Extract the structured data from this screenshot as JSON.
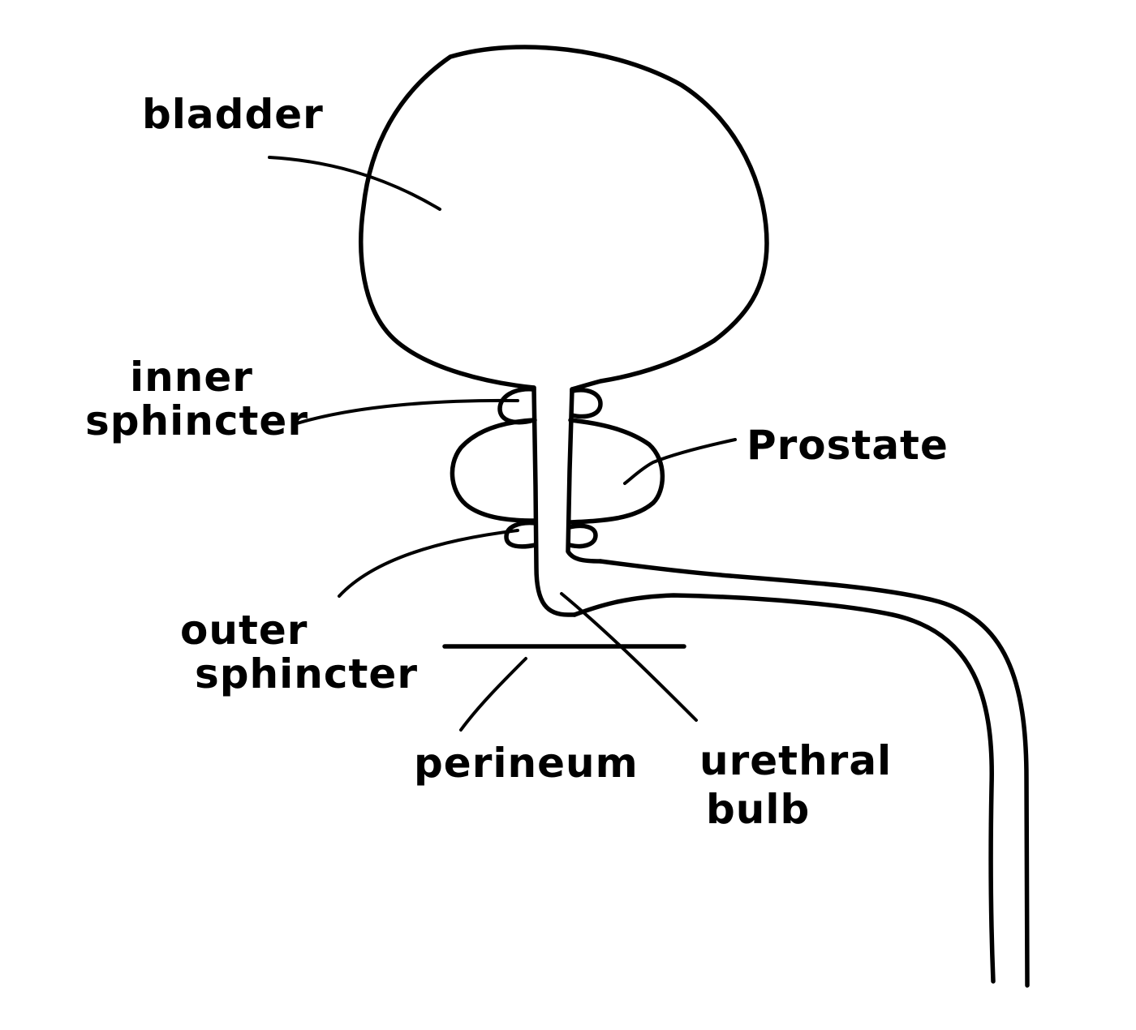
{
  "labels": {
    "bladder": "bladder",
    "inner_line1": "inner",
    "inner_line2": "sphincter",
    "prostate": "Prostate",
    "outer_line1": "outer",
    "outer_line2": "sphincter",
    "perineum": "perineum",
    "bulb_line1": "urethral",
    "bulb_line2": "bulb"
  },
  "colors": {
    "ink": "#000000",
    "background": "#ffffff"
  }
}
